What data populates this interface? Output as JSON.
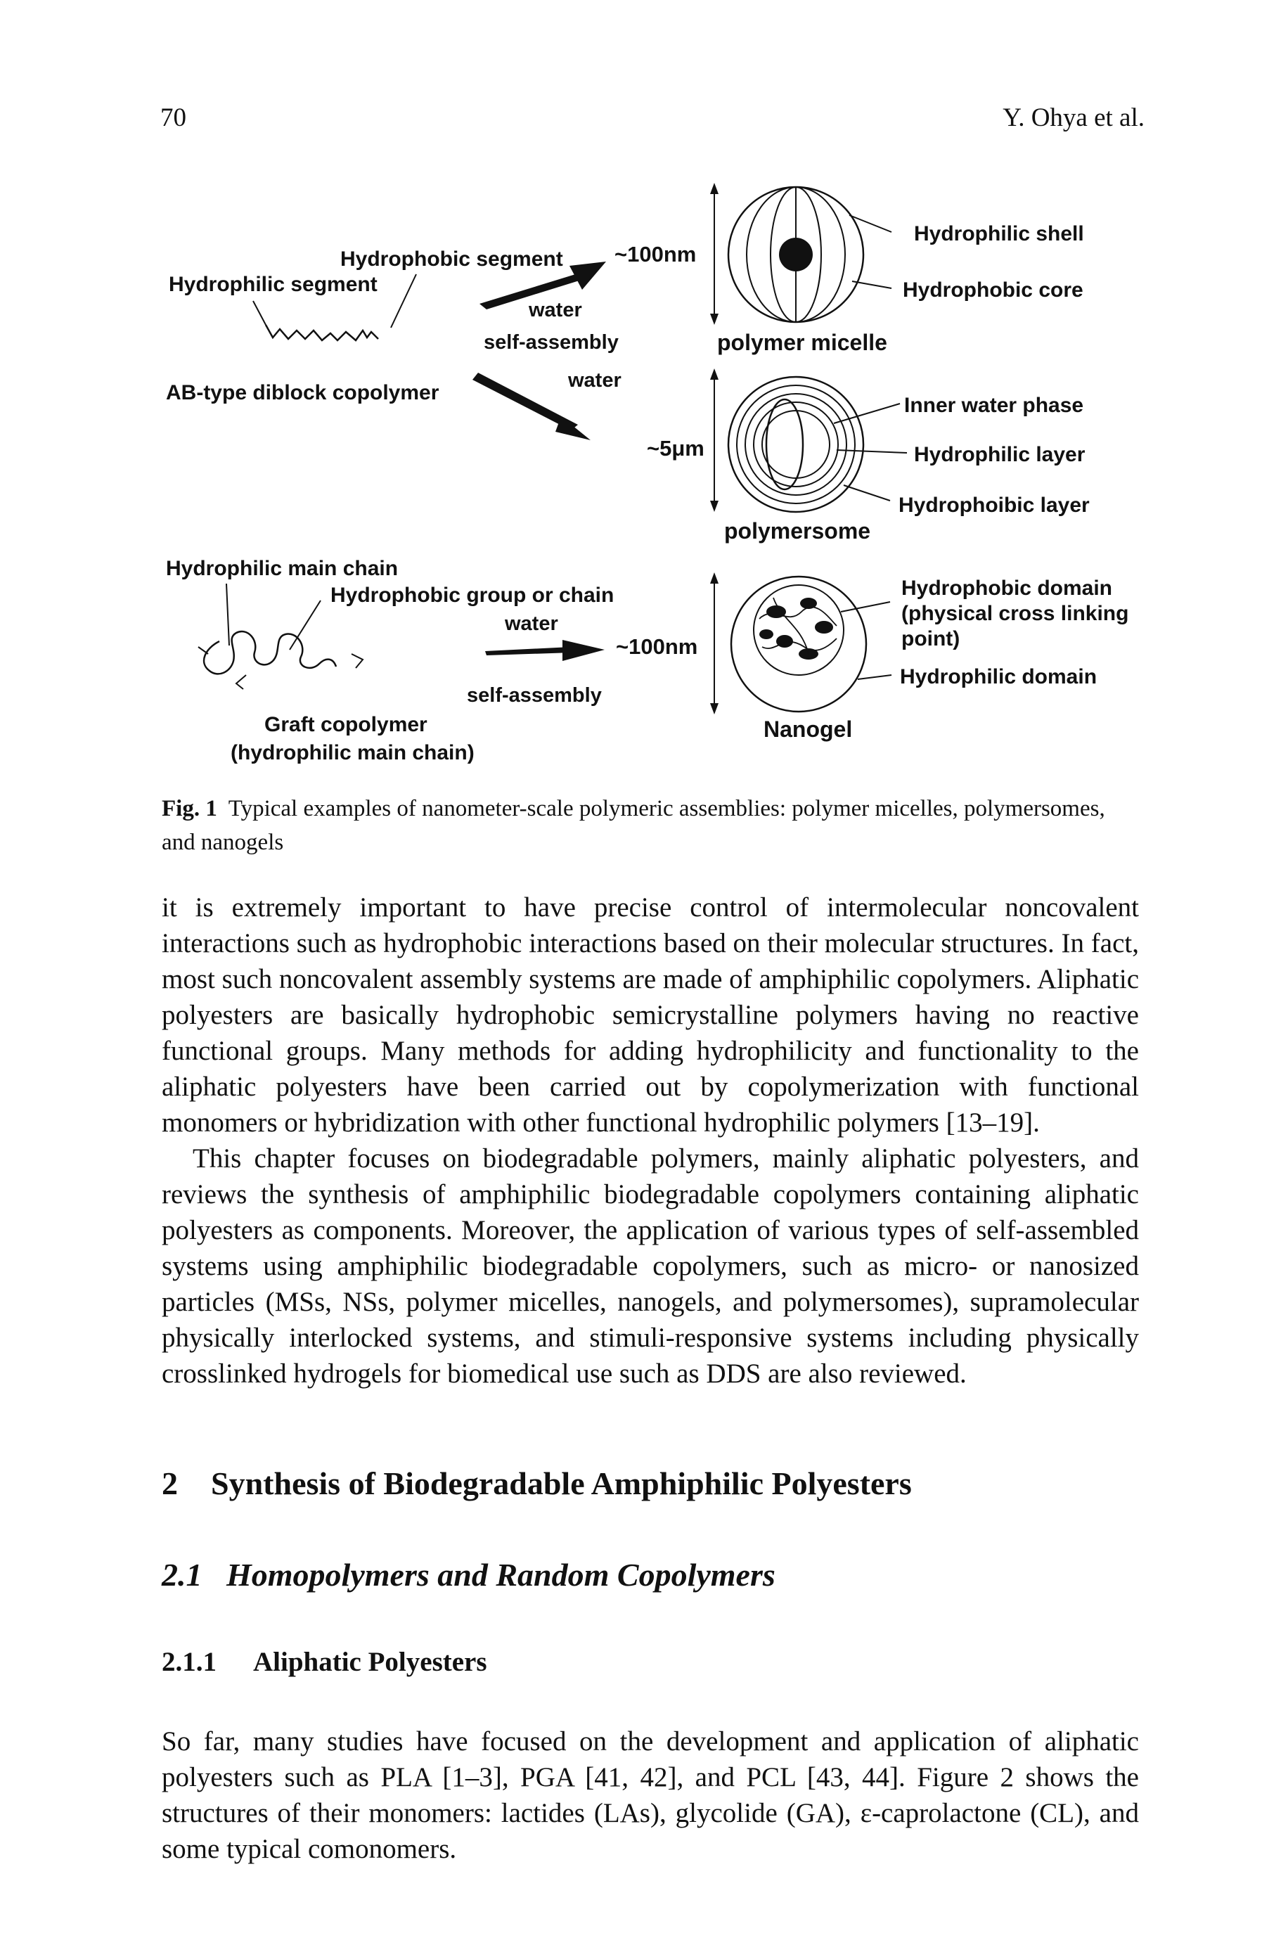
{
  "header": {
    "page_number": "70",
    "running_head": "Y. Ohya et al."
  },
  "figure": {
    "diblock": {
      "hydrophobic_segment": "Hydrophobic segment",
      "hydrophilic_segment": "Hydrophilic segment",
      "copolymer_label": "AB-type diblock copolymer",
      "water_upper": "water",
      "self_assembly_upper": "self-assembly",
      "water_lower": "water"
    },
    "micelle": {
      "size": "~100nm",
      "label": "polymer micelle",
      "shell": "Hydrophilic shell",
      "core": "Hydrophobic core"
    },
    "polymersome": {
      "size": "~5μm",
      "label": "polymersome",
      "inner": "Inner water phase",
      "hydrophilic_layer": "Hydrophilic layer",
      "hydrophobic_layer": "Hydrophoibic layer"
    },
    "graft": {
      "main_chain": "Hydrophilic main chain",
      "group": "Hydrophobic group or chain",
      "water": "water",
      "self_assembly": "self-assembly",
      "label_line1": "Graft copolymer",
      "label_line2": "(hydrophilic main chain)"
    },
    "nanogel": {
      "size": "~100nm",
      "label": "Nanogel",
      "domain_line1": "Hydrophobic domain",
      "domain_line2": "(physical cross linking",
      "domain_line3": "point)",
      "hydrophilic_domain": "Hydrophilic domain"
    }
  },
  "caption": {
    "label": "Fig. 1",
    "text": "Typical examples of nanometer-scale polymeric assemblies: polymer micelles, polymersomes, and nanogels"
  },
  "body": {
    "para1": "it is extremely important to have precise control of intermolecular noncovalent interactions such as hydrophobic interactions based on their molecular structures. In fact, most such noncovalent assembly systems are made of amphiphilic copolymers. Aliphatic polyesters are basically hydrophobic semicrystalline polymers having no reactive functional groups. Many methods for adding hydrophilicity and functionality to the aliphatic polyesters have been carried out by copolymerization with functional monomers or hybridization with other functional hydrophilic polymers [13–19].",
    "para2": "This chapter focuses on biodegradable polymers, mainly aliphatic polyesters, and reviews the synthesis of amphiphilic biodegradable copolymers containing aliphatic polyesters as components. Moreover, the application of various types of self-assembled systems using amphiphilic biodegradable copolymers, such as micro- or nanosized particles (MSs, NSs, polymer micelles, nanogels, and polymersomes), supramolecular physically interlocked systems, and stimuli-responsive systems including physically crosslinked hydrogels for biomedical use such as DDS are also reviewed.",
    "section_number": "2",
    "section_title": "Synthesis of Biodegradable Amphiphilic Polyesters",
    "subsection_number": "2.1",
    "subsection_title": "Homopolymers and Random Copolymers",
    "subsubsection_number": "2.1.1",
    "subsubsection_title": "Aliphatic Polyesters",
    "para3": "So far, many studies have focused on the development and application of aliphatic polyesters such as PLA [1–3], PGA [41, 42], and PCL [43, 44]. Figure 2 shows the structures of their monomers: lactides (LAs), glycolide (GA), ε-caprolactone (CL), and some typical comonomers."
  }
}
